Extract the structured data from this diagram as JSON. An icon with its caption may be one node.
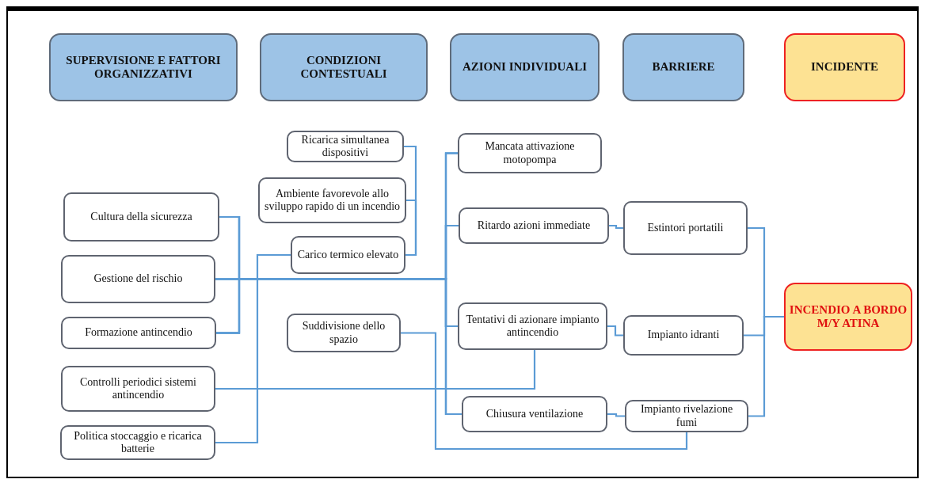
{
  "diagram": {
    "nodes": [
      {
        "text": [
          "SUPERVISIONE E FATTORI ORGANIZZATIVI"
        ]
      },
      {
        "text": [
          "CONDIZIONI CONTESTUALI"
        ]
      },
      {
        "text": [
          "AZIONI INDIVIDUALI"
        ]
      },
      {
        "text": [
          "BARRIERE"
        ]
      },
      {
        "text": [
          "INCIDENTE"
        ]
      },
      {
        "text": [
          "Cultura della sicurezza"
        ]
      },
      {
        "text": [
          "Gestione del rischio"
        ]
      },
      {
        "text": [
          "Formazione antincendio"
        ]
      },
      {
        "text": [
          "Controlli periodici sistemi antincendio"
        ]
      },
      {
        "text": [
          "Politica stoccaggio e ricarica batterie"
        ]
      },
      {
        "text": [
          "Ricarica simultanea dispositivi"
        ]
      },
      {
        "text": [
          "Ambiente favorevole allo sviluppo rapido di un incendio"
        ]
      },
      {
        "text": [
          "Carico termico elevato"
        ]
      },
      {
        "text": [
          "Suddivisione dello spazio"
        ]
      },
      {
        "text": [
          "Mancata attivazione motopompa"
        ]
      },
      {
        "text": [
          "Ritardo azioni immediate"
        ]
      },
      {
        "text": [
          "Tentativi di azionare impianto antincendio"
        ]
      },
      {
        "text": [
          "Chiusura ventilazione"
        ]
      },
      {
        "text": [
          "Estintori portatili"
        ]
      },
      {
        "text": [
          "Impianto idranti"
        ]
      },
      {
        "text": [
          "Impianto rivelazione fumi"
        ]
      },
      {
        "text": [
          "INCENDIO A BORDO M/Y ATINA"
        ]
      }
    ],
    "edges": [
      {
        "from": 5,
        "to": 14,
        "arrow": "none"
      },
      {
        "from": 5,
        "to": 15,
        "arrow": "none"
      },
      {
        "from": 5,
        "to": 16,
        "arrow": "none"
      },
      {
        "from": 5,
        "to": 17,
        "arrow": "none"
      },
      {
        "from": 6,
        "to": 14,
        "arrow": "none"
      },
      {
        "from": 6,
        "to": 15,
        "arrow": "none"
      },
      {
        "from": 6,
        "to": 16,
        "arrow": "none"
      },
      {
        "from": 6,
        "to": 17,
        "arrow": "none"
      },
      {
        "from": 7,
        "to": 14,
        "arrow": "none"
      },
      {
        "from": 7,
        "to": 15,
        "arrow": "none"
      },
      {
        "from": 7,
        "to": 16,
        "arrow": "none"
      },
      {
        "from": 7,
        "to": 17,
        "arrow": "none"
      },
      {
        "from": 10,
        "to": 12,
        "arrow": "none"
      },
      {
        "from": 11,
        "to": 12,
        "arrow": "none"
      },
      {
        "from": 9,
        "to": 12,
        "arrow": "none"
      },
      {
        "from": 8,
        "to": 16,
        "arrow": "none"
      },
      {
        "from": 13,
        "to": 20,
        "arrow": "none"
      },
      {
        "from": 15,
        "to": 18,
        "arrow": "none"
      },
      {
        "from": 16,
        "to": 19,
        "arrow": "none"
      },
      {
        "from": 17,
        "to": 20,
        "arrow": "none"
      },
      {
        "from": 18,
        "to": 21,
        "arrow": "none"
      },
      {
        "from": 19,
        "to": 21,
        "arrow": "none"
      },
      {
        "from": 20,
        "to": 21,
        "arrow": "none"
      }
    ]
  }
}
